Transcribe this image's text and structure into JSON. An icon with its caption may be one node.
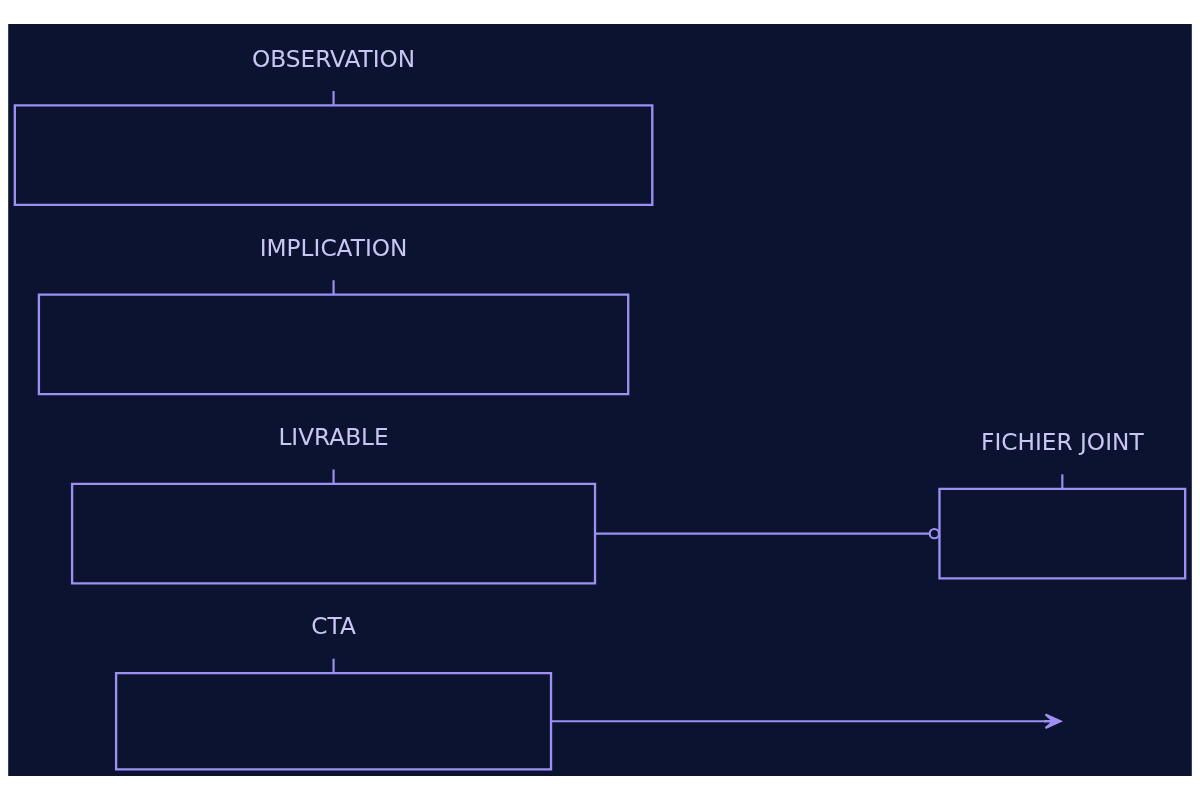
{
  "diagram": {
    "nodes": [
      {
        "text": [
          "OBSERVATION"
        ]
      },
      {
        "text": [],
        "shape": "box"
      },
      {
        "text": [
          "IMPLICATION"
        ]
      },
      {
        "text": [],
        "shape": "box"
      },
      {
        "text": [
          "LIVRABLE"
        ]
      },
      {
        "text": [],
        "shape": "box"
      },
      {
        "text": [
          "FICHIER JOINT"
        ]
      },
      {
        "text": [],
        "shape": "box"
      },
      {
        "text": [
          "CTA"
        ]
      },
      {
        "text": [],
        "shape": "box"
      }
    ],
    "edges": [
      {
        "from": 0,
        "to": 1,
        "arrow": "none"
      },
      {
        "from": 2,
        "to": 3,
        "arrow": "none"
      },
      {
        "from": 4,
        "to": 5,
        "arrow": "none"
      },
      {
        "from": 6,
        "to": 7,
        "arrow": "none"
      },
      {
        "from": 5,
        "to": 7,
        "arrow": "other"
      },
      {
        "from": 8,
        "to": 9,
        "arrow": "none"
      },
      {
        "from": 9,
        "to": null,
        "arrow": "to"
      }
    ]
  }
}
